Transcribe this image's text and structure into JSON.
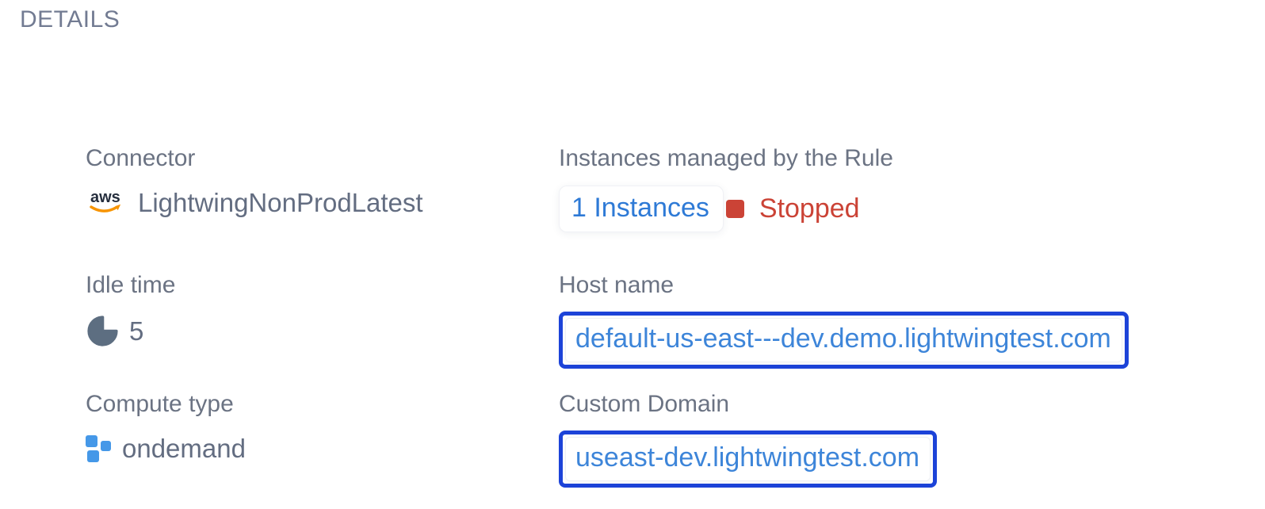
{
  "section": {
    "title": "DETAILS"
  },
  "fields": {
    "connector": {
      "label": "Connector",
      "value": "LightwingNonProdLatest",
      "icon": "aws-logo"
    },
    "instances": {
      "label": "Instances managed by the Rule",
      "link_label": "1 Instances",
      "status": "Stopped",
      "status_icon": "red-square"
    },
    "idle_time": {
      "label": "Idle time",
      "value": "5",
      "icon": "pie-chart"
    },
    "host_name": {
      "label": "Host name",
      "value": "default-us-east---dev.demo.lightwingtest.com"
    },
    "compute_type": {
      "label": "Compute type",
      "value": "ondemand",
      "icon": "compute-blocks"
    },
    "custom_domain": {
      "label": "Custom Domain",
      "value": "useast-dev.lightwingtest.com"
    }
  },
  "colors": {
    "label_text": "#6b7383",
    "value_text": "#636d81",
    "link_blue": "#3d85d9",
    "chip_link_blue": "#2e7ad6",
    "outline_blue": "#1c43d8",
    "status_red": "#cb4336",
    "icon_slate": "#5d6e81",
    "icon_blue": "#4598e8",
    "aws_navy": "#262f3e",
    "aws_orange": "#f79400"
  }
}
